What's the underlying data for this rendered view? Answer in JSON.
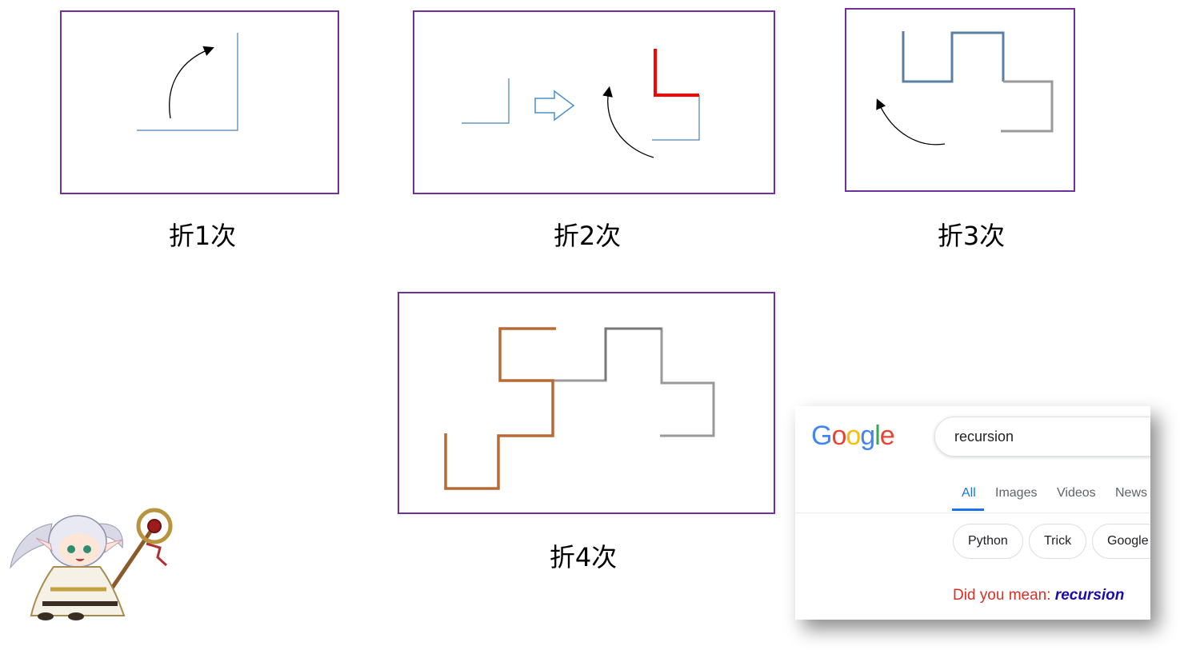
{
  "captions": {
    "fold1": "折1次",
    "fold2": "折2次",
    "fold3": "折3次",
    "fold4": "折4次"
  },
  "colors": {
    "panel_border": "#7030a0",
    "line_blue": "#4a80b5",
    "line_slate": "#5b7fa3",
    "line_gray": "#9a9a9a",
    "highlight_red": "#ff0000",
    "fold4_brown": "#b86a35",
    "arrow_outline": "#4a90c8"
  },
  "google": {
    "logo_letters": [
      {
        "ch": "G",
        "color": "#4285f4"
      },
      {
        "ch": "o",
        "color": "#ea4335"
      },
      {
        "ch": "o",
        "color": "#fbbc05"
      },
      {
        "ch": "g",
        "color": "#4285f4"
      },
      {
        "ch": "l",
        "color": "#34a853"
      },
      {
        "ch": "e",
        "color": "#ea4335"
      }
    ],
    "query": "recursion",
    "tabs": [
      "All",
      "Images",
      "Videos",
      "News"
    ],
    "active_tab": "All",
    "chips": [
      "Python",
      "Trick",
      "Google"
    ],
    "did_you_mean_label": "Did you mean:",
    "suggestion": "recursion"
  },
  "icons": [
    "curved-arrow-icon",
    "hollow-right-arrow-icon",
    "mascot-illustration"
  ]
}
